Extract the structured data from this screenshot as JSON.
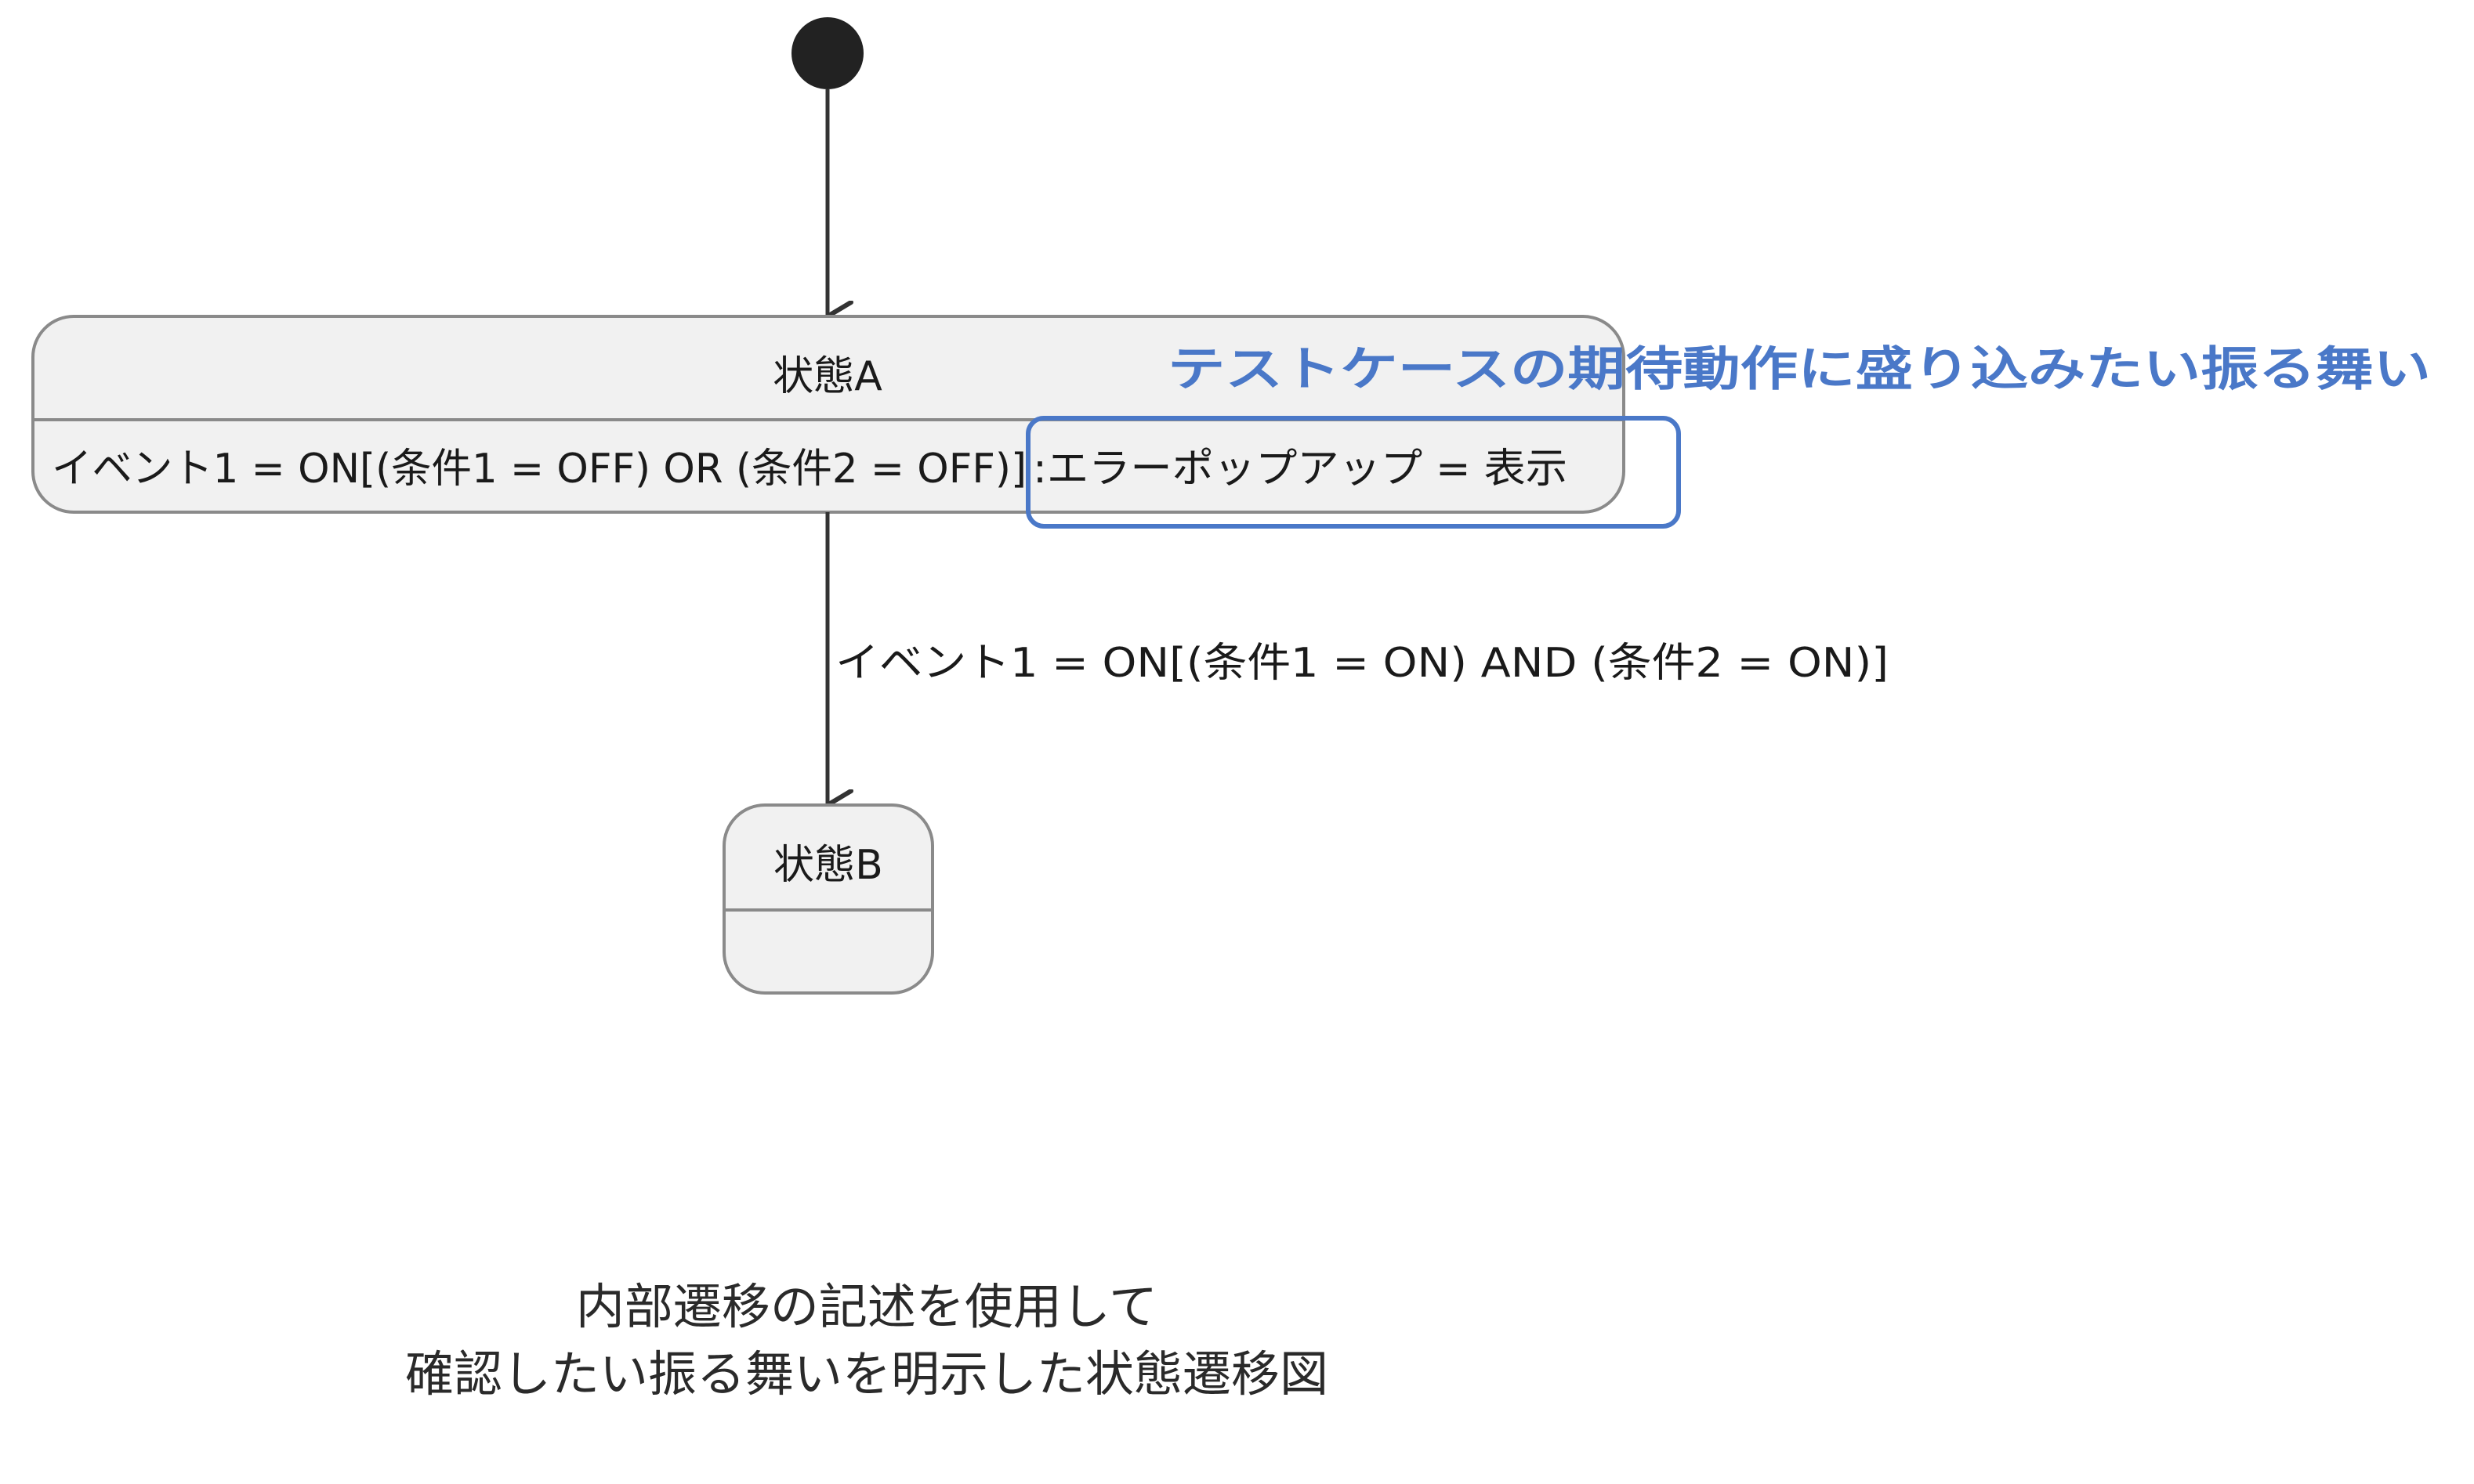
{
  "states": {
    "a": {
      "name": "状態A",
      "internal_transition": {
        "trigger": "イベント1 = ON[(条件1 = OFF) OR (条件2 = OFF)]",
        "action": ":エラーポップアップ = 表示"
      }
    },
    "b": {
      "name": "状態B"
    }
  },
  "transition_a_to_b": {
    "label": "イベント1 = ON[(条件1 = ON) AND (条件2 = ON)]"
  },
  "annotation": {
    "text": "テストケースの期待動作に盛り込みたい振る舞い",
    "color": "#4a78c8"
  },
  "caption": {
    "line1": "内部遷移の記述を使用して",
    "line2": "確認したい振る舞いを明示した状態遷移図"
  },
  "colors": {
    "state_fill": "#f1f1f1",
    "state_stroke": "#8a8a8a",
    "line": "#333333",
    "highlight": "#4a78c8"
  }
}
